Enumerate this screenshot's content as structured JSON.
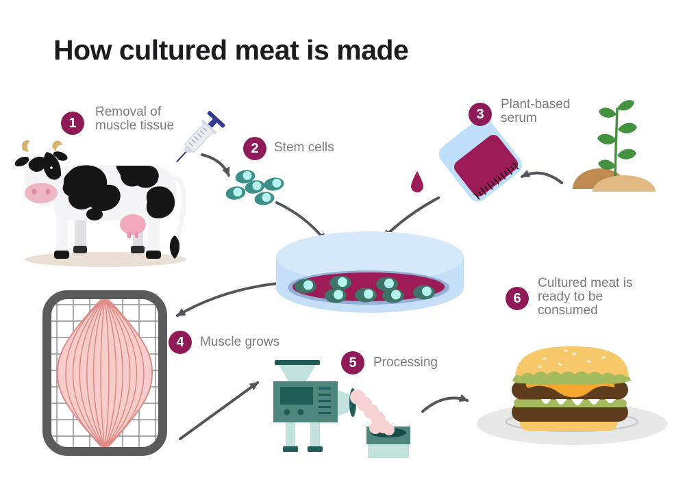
{
  "title": "How cultured meat is made",
  "steps": [
    {
      "number": "1",
      "label": "Removal of\nmuscle tissue"
    },
    {
      "number": "2",
      "label": "Stem cells"
    },
    {
      "number": "3",
      "label": "Plant-based\nserum"
    },
    {
      "number": "4",
      "label": "Muscle grows"
    },
    {
      "number": "5",
      "label": "Processing"
    },
    {
      "number": "6",
      "label": "Cultured meat is\nready to be\nconsumed"
    }
  ],
  "illustrations": [
    "cow",
    "syringe",
    "stem-cells",
    "serum-beaker",
    "serum-drop",
    "plant-in-soil",
    "petri-dish-with-cells",
    "muscle-scaffold",
    "meat-grinder",
    "burger-on-plate"
  ],
  "colors": {
    "badge": "#8E1B57",
    "title_text": "#1C1C1E",
    "label_text": "#7B7B7D",
    "arrow": "#55565A",
    "cell_body": "#3D8F8A",
    "cell_nucleus": "#B5F3EE",
    "dish_top": "#D6E9FB",
    "dish_side": "#C6DFF8",
    "dish_rim": "#93AFD6",
    "culture_liquid": "#9C1B57",
    "dish_cell": "#3E7368",
    "beaker_glass": "#BFDFFA",
    "plant_green": "#44913F",
    "soil_dark": "#BE8A50",
    "soil_light": "#E2B983",
    "muscle_fill": "#F6CDCB",
    "muscle_line": "#DE8B86",
    "frame": "#5B5B5B",
    "grid_line": "#919191",
    "machine_mid": "#4E867E",
    "machine_dark": "#1F5B57",
    "machine_light": "#C3E2DE",
    "meat_pink": "#F7D2D3",
    "bun": "#F6C869",
    "lettuce": "#A5BB5D",
    "cheese": "#F4A62E",
    "patty": "#5D3D1E",
    "tomato": "#DC4F44",
    "mayo": "#FFFFFF",
    "plate": "#E8E8E8",
    "cow_white": "#F5F5F7",
    "cow_black": "#161616",
    "udder_pink": "#F2A9BE",
    "muzzle_pink": "#EFB6C3",
    "horn": "#D8B26C",
    "syringe_navy": "#343B8C",
    "ground_shadow": "#E9DFD4"
  }
}
